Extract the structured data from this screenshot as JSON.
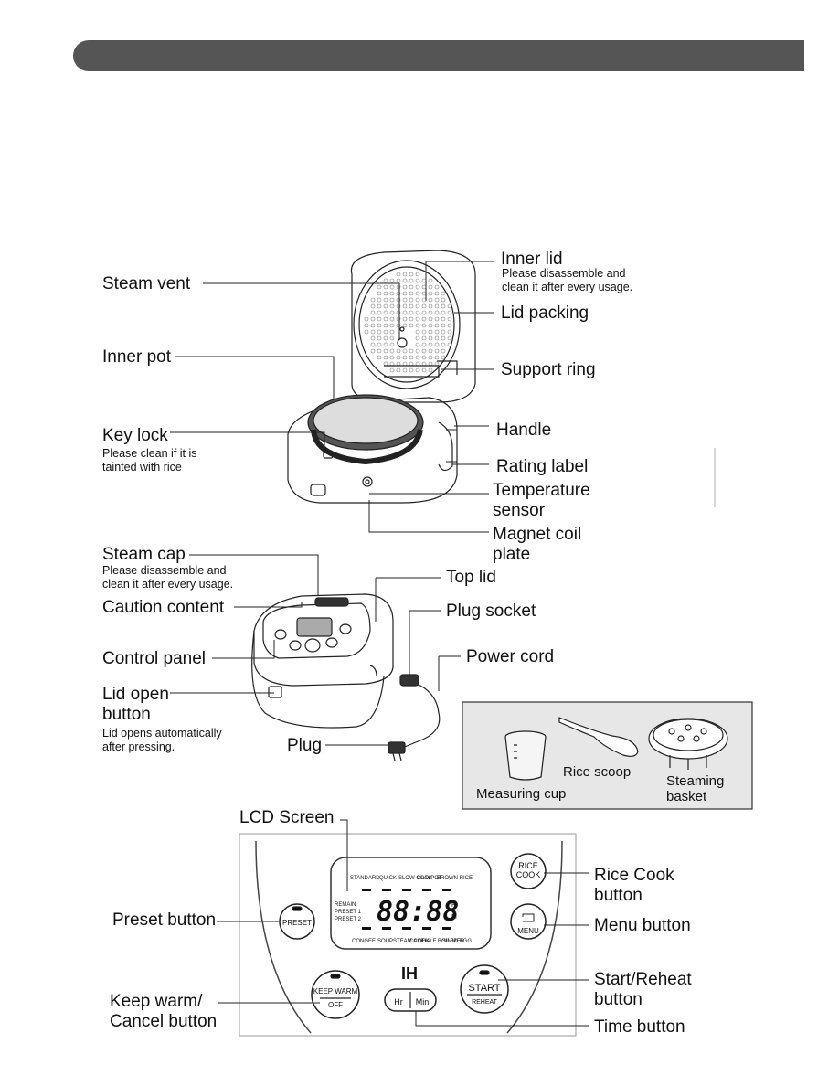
{
  "labels": {
    "inner_lid": "Inner lid",
    "inner_lid_note": "Please disassemble and\nclean it after every usage.",
    "steam_vent": "Steam vent",
    "lid_packing": "Lid packing",
    "inner_pot": "Inner pot",
    "support_ring": "Support ring",
    "key_lock": "Key lock",
    "key_lock_note": "Please clean if it is\ntainted with rice",
    "handle": "Handle",
    "rating_label": "Rating label",
    "temperature_sensor": "Temperature\nsensor",
    "magnet_coil_plate": "Magnet coil\nplate",
    "steam_cap": "Steam cap",
    "steam_cap_note": "Please disassemble and\nclean it after every usage.",
    "top_lid": "Top lid",
    "caution_content": "Caution content",
    "plug_socket": "Plug socket",
    "control_panel": "Control panel",
    "power_cord": "Power cord",
    "lid_open_button": "Lid open\nbutton",
    "lid_open_note": "Lid opens automatically\nafter pressing.",
    "plug": "Plug"
  },
  "accessories": {
    "rice_scoop": "Rice scoop",
    "measuring_cup": "Measuring cup",
    "steaming_basket": "Steaming\nbasket"
  },
  "panel": {
    "lcd_screen": "LCD Screen",
    "rice_cook_button": "Rice Cook\nbutton",
    "menu_button": "Menu button",
    "preset_button": "Preset button",
    "keep_warm_button": "Keep warm/\nCancel button",
    "start_reheat_button": "Start/Reheat\nbutton",
    "time_button": "Time button",
    "key_rice": "RICE",
    "key_cook": "COOK",
    "key_menu": "MENU",
    "key_preset": "PRESET",
    "key_keep_warm": "KEEP WARM",
    "key_off": "OFF",
    "key_start": "START",
    "key_reheat": "REHEAT",
    "key_hr": "Hr",
    "key_min": "Min",
    "ih_logo": "IH",
    "lcd_digits": "88:88",
    "lcd_h": "H",
    "lcd_m": "M",
    "lcd_remain": "REMAIN",
    "lcd_preset1": "PRESET 1",
    "lcd_preset2": "PRESET 2",
    "lcd_top_menu": [
      "STANDARD",
      "QUICK",
      "SLOW COOK",
      "CLAYPOT",
      "BROWN RICE"
    ],
    "lcd_bottom_menu": [
      "CONGEE",
      "SOUP",
      "STEAM COOK",
      "CAKE",
      "HALF BOILED EGG",
      "SIMMER"
    ]
  }
}
